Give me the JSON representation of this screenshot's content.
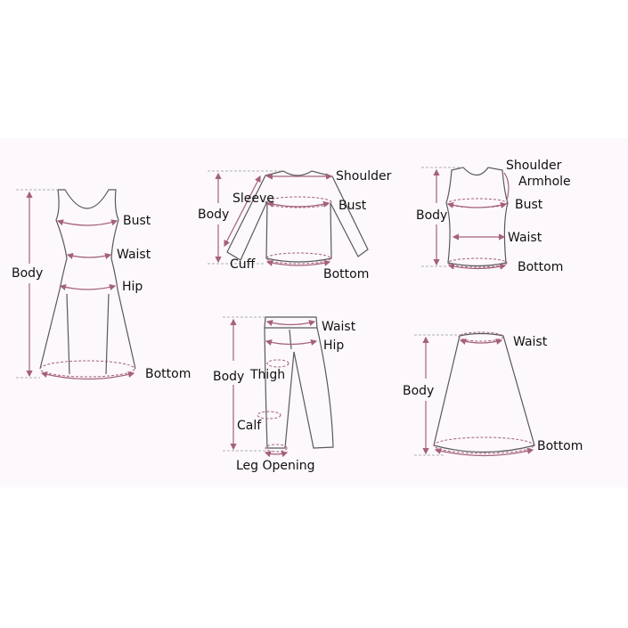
{
  "dress": {
    "body": "Body",
    "bust": "Bust",
    "waist": "Waist",
    "hip": "Hip",
    "bottom": "Bottom"
  },
  "top": {
    "shoulder": "Shoulder",
    "sleeve": "Sleeve",
    "body": "Body",
    "bust": "Bust",
    "cuff": "Cuff",
    "bottom": "Bottom"
  },
  "tank": {
    "shoulder": "Shoulder",
    "armhole": "Armhole",
    "body": "Body",
    "bust": "Bust",
    "waist": "Waist",
    "bottom": "Bottom"
  },
  "pants": {
    "waist": "Waist",
    "hip": "Hip",
    "body": "Body",
    "thigh": "Thigh",
    "calf": "Calf",
    "leg_opening": "Leg Opening"
  },
  "skirt": {
    "waist": "Waist",
    "body": "Body",
    "bottom": "Bottom"
  },
  "colors": {
    "outline": "#5a5a5a",
    "measure": "#a5607e",
    "band": "#fcf8fb"
  }
}
